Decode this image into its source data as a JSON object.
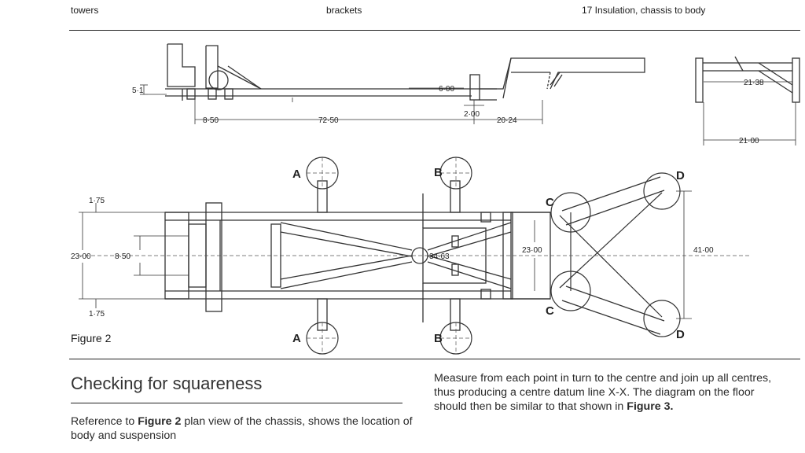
{
  "header": {
    "col1": "towers",
    "col2": "brackets",
    "col3": "17  Insulation, chassis to body"
  },
  "side_view": {
    "dims": {
      "d1": "5·1",
      "d2": "6·00",
      "d3": "2·00",
      "d4": "8·50",
      "d5": "72·50",
      "d6": "20·24"
    }
  },
  "end_view": {
    "dims": {
      "d1": "21·38",
      "d2": "21·00"
    }
  },
  "plan_view": {
    "labels": {
      "a": "A",
      "b": "B",
      "c": "C",
      "d": "D"
    },
    "dims": {
      "top_left": "1·75",
      "bottom_left": "1·75",
      "width": "23·00",
      "inner": "8·50",
      "center": "34·63",
      "front": "23·00",
      "rear": "41·00"
    },
    "caption": "Figure 2"
  },
  "section": {
    "heading": "Checking for squareness",
    "left_para_pre": "Reference to ",
    "left_para_bold": "Figure 2",
    "left_para_post": " plan view of the chassis, shows the location of body and suspension",
    "right_para_text": "Measure from each point in turn to the centre and join up all centres, thus producing a centre datum line X-X. The diagram on the floor should then be similar to that shown in",
    "right_para_bold": "Figure 3."
  }
}
